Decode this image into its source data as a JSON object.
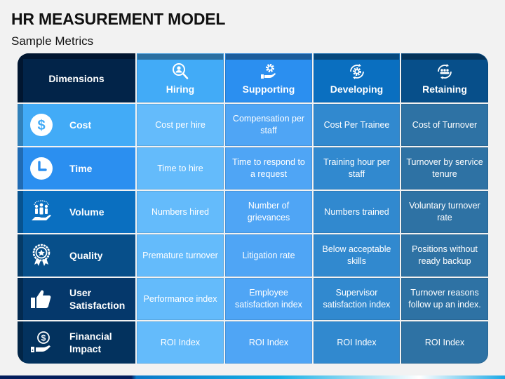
{
  "header": {
    "title": "HR MEASUREMENT MODEL",
    "subtitle": "Sample Metrics"
  },
  "table": {
    "corner_label": "Dimensions",
    "columns": [
      {
        "label": "Hiring",
        "icon": "magnifier-person-icon",
        "color": "#42abf7"
      },
      {
        "label": "Supporting",
        "icon": "hand-gear-icon",
        "color": "#2b8ff0"
      },
      {
        "label": "Developing",
        "icon": "cycle-gear-icon",
        "color": "#0a6fc0"
      },
      {
        "label": "Retaining",
        "icon": "cycle-team-icon",
        "color": "#074f8a"
      }
    ],
    "column_cell_colors": [
      "#64bbfb",
      "#4fa5f5",
      "#3189cf",
      "#2e72a4"
    ],
    "rows": [
      {
        "label": "Cost",
        "icon": "dollar-circle-icon",
        "color": "#42abf7",
        "cells": [
          "Cost per hire",
          "Compensation per staff",
          "Cost Per Trainee",
          "Cost of Turnover"
        ]
      },
      {
        "label": "Time",
        "icon": "clock-icon",
        "color": "#2b8ff0",
        "cells": [
          "Time to hire",
          "Time to respond to a request",
          "Training hour per staff",
          "Turnover by service tenure"
        ]
      },
      {
        "label": "Volume",
        "icon": "hand-team-icon",
        "color": "#0a6fc0",
        "cells": [
          "Numbers hired",
          "Number of grievances",
          "Numbers trained",
          "Voluntary turnover rate"
        ]
      },
      {
        "label": "Quality",
        "icon": "award-badge-icon",
        "color": "#074f8a",
        "cells": [
          "Premature turnover",
          "Litigation rate",
          "Below acceptable skills",
          "Positions without ready backup"
        ]
      },
      {
        "label": "User Satisfaction",
        "icon": "thumbs-up-icon",
        "color": "#05386b",
        "cells": [
          "Performance index",
          "Employee satisfaction index",
          "Supervisor satisfaction index",
          "Turnover reasons follow up an index."
        ]
      },
      {
        "label": "Financial Impact",
        "icon": "hand-dollar-icon",
        "color": "#03325e",
        "cells": [
          "ROI Index",
          "ROI Index",
          "ROI Index",
          "ROI Index"
        ]
      }
    ]
  }
}
